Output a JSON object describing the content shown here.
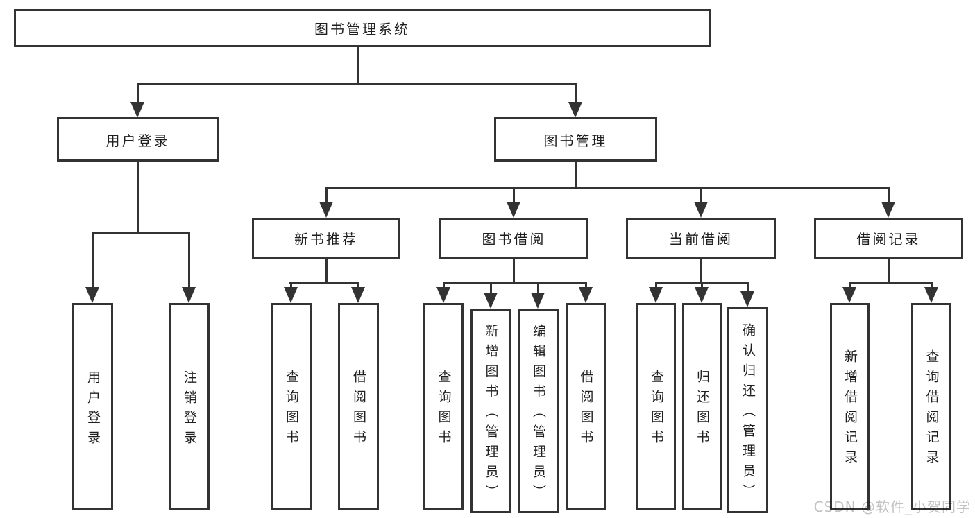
{
  "tree": {
    "root": {
      "label": "图书管理系统",
      "children": [
        {
          "label": "用户登录",
          "children": [
            {
              "label": "用户登录"
            },
            {
              "label": "注销登录"
            }
          ]
        },
        {
          "label": "图书管理",
          "children": [
            {
              "label": "新书推荐",
              "children": [
                {
                  "label": "查询图书"
                },
                {
                  "label": "借阅图书"
                }
              ]
            },
            {
              "label": "图书借阅",
              "children": [
                {
                  "label": "查询图书"
                },
                {
                  "label": "新增图书（管理员）"
                },
                {
                  "label": "编辑图书（管理员）"
                },
                {
                  "label": "借阅图书"
                }
              ]
            },
            {
              "label": "当前借阅",
              "children": [
                {
                  "label": "查询图书"
                },
                {
                  "label": "归还图书"
                },
                {
                  "label": "确认归还（管理员）"
                }
              ]
            },
            {
              "label": "借阅记录",
              "children": [
                {
                  "label": "新增借阅记录"
                },
                {
                  "label": "查询借阅记录"
                }
              ]
            }
          ]
        }
      ]
    }
  },
  "watermark": {
    "text": "CSDN @软件_小贺同学"
  },
  "colors": {
    "line": "#333333",
    "text": "#1f1f1f",
    "watermark": "#c2c2c2",
    "background": "#ffffff"
  }
}
